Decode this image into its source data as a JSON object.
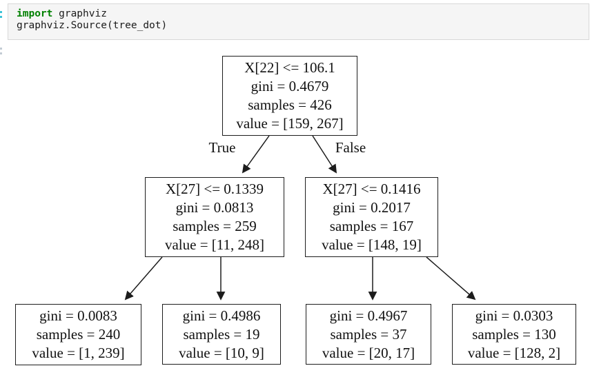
{
  "code_cell": {
    "line1_keyword": "import",
    "line1_rest": " graphviz",
    "line2": "graphviz.Source(tree_dot)"
  },
  "jupyter": {
    "in_prompt_fragment": ":",
    "out_prompt_fragment": ":"
  },
  "colors": {
    "keyword_green": "#008000",
    "cell_background": "#f5f5f5",
    "cell_border": "#d8d8d8",
    "node_border": "#1c1c1c",
    "prompt_accent": "#3bc3d8"
  },
  "tree": {
    "edge_labels": {
      "true_branch": "True",
      "false_branch": "False"
    },
    "nodes": [
      {
        "id": "root",
        "lines": [
          "X[22] <= 106.1",
          "gini = 0.4679",
          "samples = 426",
          "value = [159, 267]"
        ]
      },
      {
        "id": "left-child",
        "lines": [
          "X[27] <= 0.1339",
          "gini = 0.0813",
          "samples = 259",
          "value = [11, 248]"
        ]
      },
      {
        "id": "right-child",
        "lines": [
          "X[27] <= 0.1416",
          "gini = 0.2017",
          "samples = 167",
          "value = [148, 19]"
        ]
      },
      {
        "id": "leaf-1",
        "lines": [
          "gini = 0.0083",
          "samples = 240",
          "value = [1, 239]"
        ]
      },
      {
        "id": "leaf-2",
        "lines": [
          "gini = 0.4986",
          "samples = 19",
          "value = [10, 9]"
        ]
      },
      {
        "id": "leaf-3",
        "lines": [
          "gini = 0.4967",
          "samples = 37",
          "value = [20, 17]"
        ]
      },
      {
        "id": "leaf-4",
        "lines": [
          "gini = 0.0303",
          "samples = 130",
          "value = [128, 2]"
        ]
      }
    ]
  }
}
